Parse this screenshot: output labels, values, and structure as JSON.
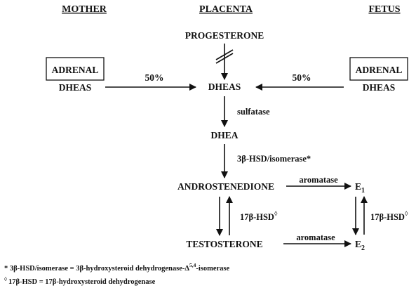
{
  "columns": {
    "mother": "MOTHER",
    "placenta": "PLACENTA",
    "fetus": "FETUS"
  },
  "nodes": {
    "progesterone": "PROGESTERONE",
    "maternal_adrenal": "ADRENAL",
    "maternal_dheas": "DHEAS",
    "fetal_adrenal": "ADRENAL",
    "fetal_dheas": "DHEAS",
    "placental_dheas": "DHEAS",
    "dhea": "DHEA",
    "androstenedione": "ANDROSTENEDIONE",
    "testosterone": "TESTOSTERONE",
    "e1_base": "E",
    "e1_sub": "1",
    "e2_base": "E",
    "e2_sub": "2"
  },
  "edges": {
    "maternal_pct": "50%",
    "fetal_pct": "50%",
    "sulfatase": "sulfatase",
    "hsd3": "3β-HSD/isomerase*",
    "aromatase_top": "aromatase",
    "aromatase_bottom": "aromatase",
    "hsd17_left": "17β-HSD",
    "hsd17_right": "17β-HSD",
    "diamond": "◊"
  },
  "footnotes": {
    "fn1_main": "* 3β-HSD/isomerase = 3β-hydroxysteroid dehydrogenase-Δ",
    "fn1_sup": "5,4",
    "fn1_end": "-isomerase",
    "fn2_sup": "◊",
    "fn2_main": "17β-HSD = 17β-hydroxysteroid dehydrogenase"
  },
  "colors": {
    "ink": "#111111",
    "background": "#ffffff"
  }
}
